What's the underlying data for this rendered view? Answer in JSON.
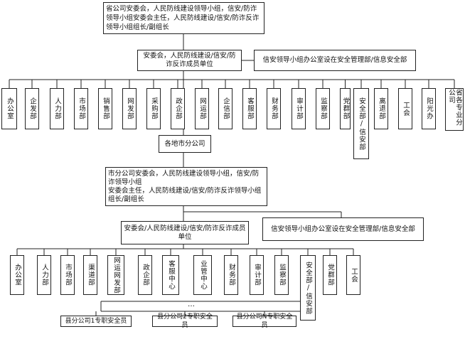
{
  "top": {
    "province_committee": "省公司安委会，人民防线建设领导小组，信安/防诈领导小组安委会主任，人民防线建设/信安/防诈反诈领导小组组长/副组长"
  },
  "province": {
    "office": "安委会，人民防线建设/信安/防诈反诈成员单位",
    "security_office": "信安领导小组办公室设在安全管理部/信息安全部",
    "departments": [
      "办公室",
      "企发部",
      "人力部",
      "市场部",
      "销售部",
      "网发部",
      "采购部",
      "政企部",
      "网运部",
      "企信部",
      "客服部",
      "财务部",
      "审计部",
      "监察部",
      "党群部",
      "安全部/信安部",
      "离退部",
      "工会",
      "阳光办",
      "省各专业分公司"
    ]
  },
  "city": {
    "branches": "各地市分公司",
    "committee": "市分公司安委会，人民防线建设领导小组，信安/防诈领导小组\n安委会主任，人民防线建设/信安/防诈反诈领导小组组长/副组长",
    "office": "安委会/人民防线建设/信安/防诈反诈成员单位",
    "security_office": "信安领导小组办公室设在安全管理部/信息安全部",
    "departments": [
      "办公室",
      "人力部",
      "市场部",
      "渠道部",
      "网运网发部",
      "政企部",
      "客服中心",
      "业管中心",
      "财务部",
      "审计部",
      "监察部",
      "安全部/信安部",
      "党群部",
      "工会"
    ]
  },
  "county": {
    "ellipsis": "…",
    "units": [
      "县分公司1专职安全员",
      "县分公司2专职安全员",
      "县分公司N专职安全员"
    ]
  }
}
